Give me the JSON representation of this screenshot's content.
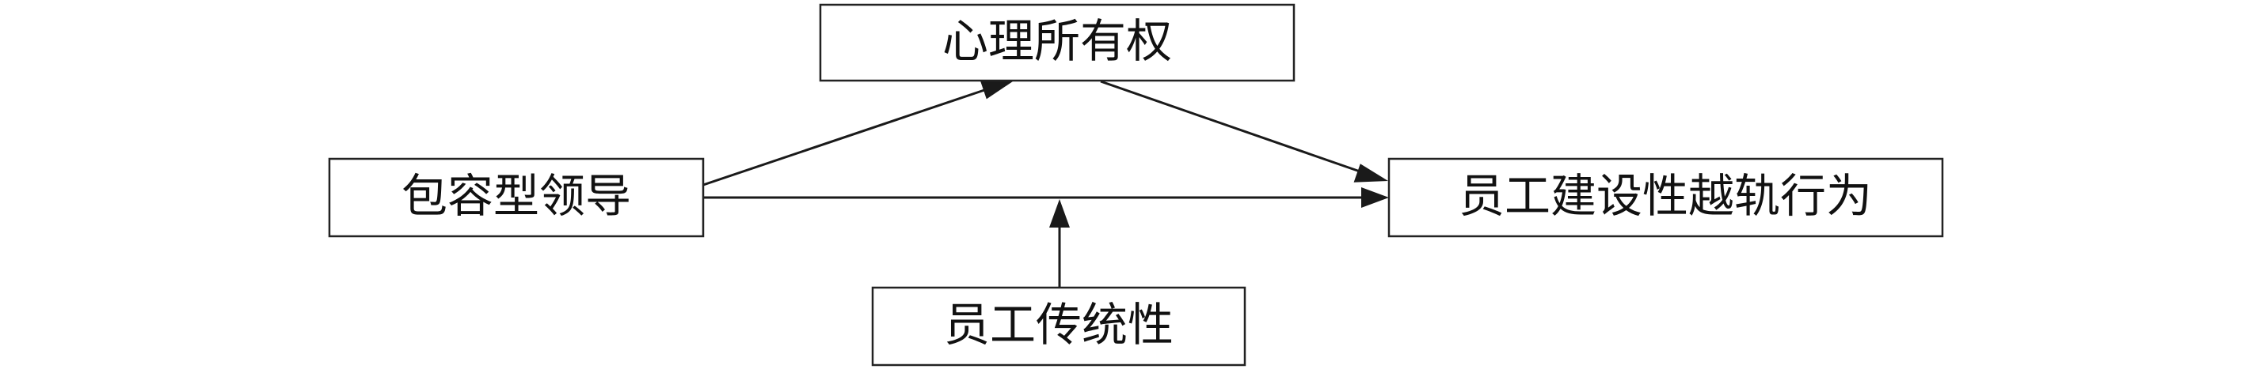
{
  "nodes": {
    "mediator": {
      "label": "心理所有权"
    },
    "independent": {
      "label": "包容型领导"
    },
    "dependent": {
      "label": "员工建设性越轨行为"
    },
    "moderator": {
      "label": "员工传统性"
    }
  },
  "colors": {
    "line": "#1a1a1a",
    "box_border": "#222222",
    "text": "#111111",
    "background": "#ffffff"
  }
}
